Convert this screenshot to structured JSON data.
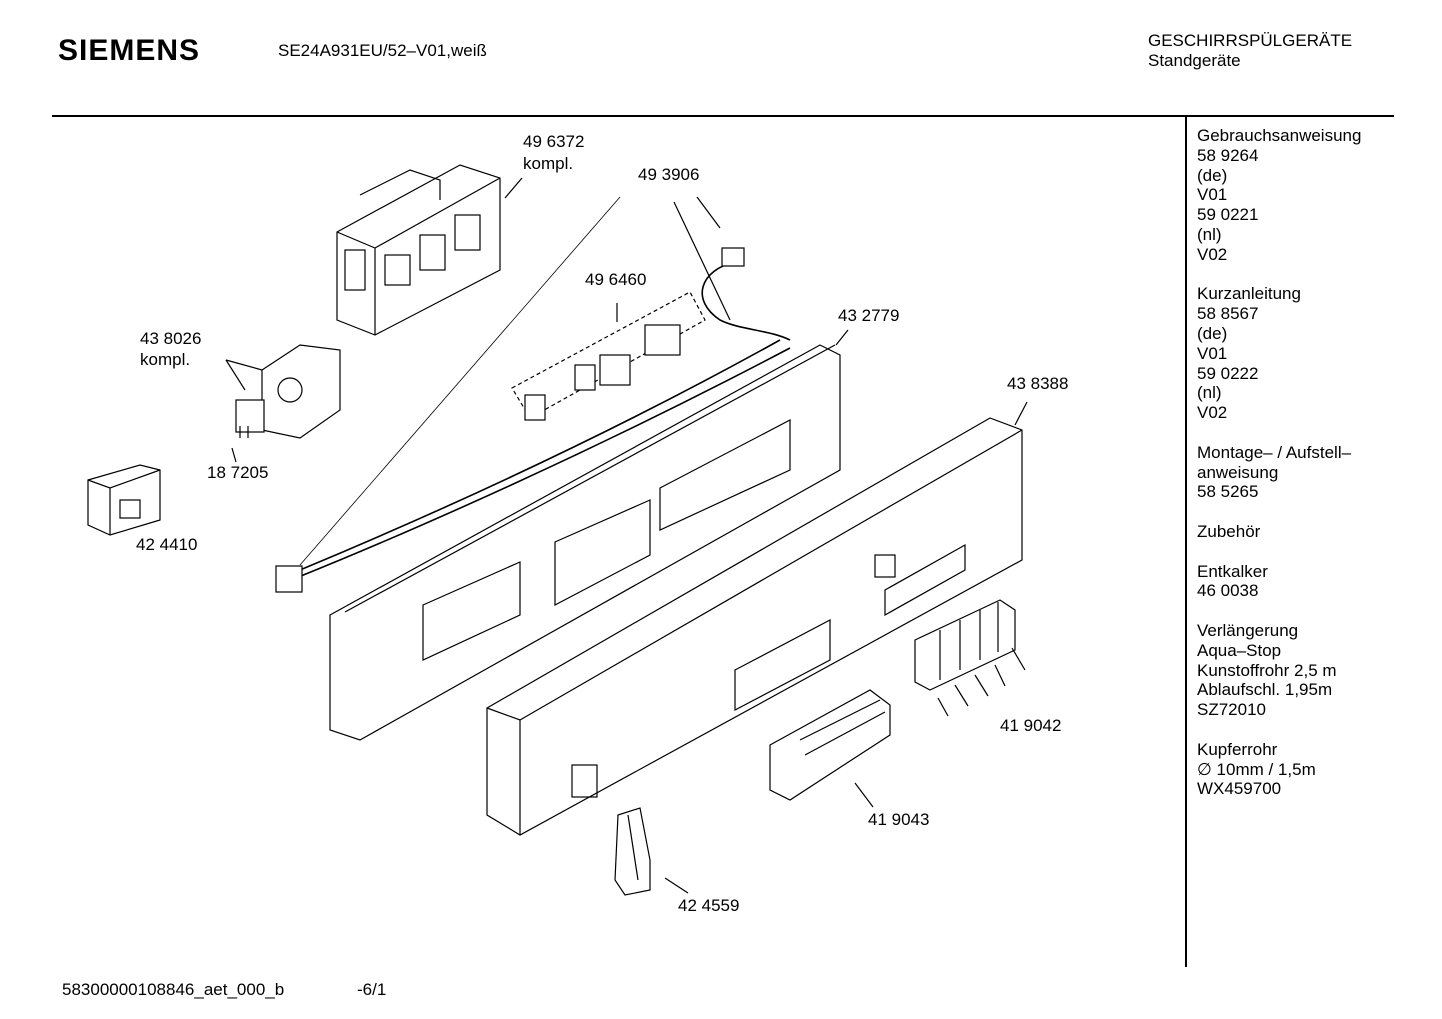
{
  "header": {
    "brand": "SIEMENS",
    "model": "SE24A931EU/52–V01,weiß",
    "category_line1": "GESCHIRRSPÜLGERÄTE",
    "category_line2": "Standgeräte"
  },
  "parts": [
    {
      "id": "part-496372",
      "number": "49 6372",
      "note": "kompl."
    },
    {
      "id": "part-493906",
      "number": "49 3906",
      "note": ""
    },
    {
      "id": "part-496460",
      "number": "49 6460",
      "note": ""
    },
    {
      "id": "part-432779",
      "number": "43 2779",
      "note": ""
    },
    {
      "id": "part-438026",
      "number": "43 8026",
      "note": "kompl."
    },
    {
      "id": "part-438388",
      "number": "43 8388",
      "note": ""
    },
    {
      "id": "part-187205",
      "number": "18 7205",
      "note": ""
    },
    {
      "id": "part-424410",
      "number": "42 4410",
      "note": ""
    },
    {
      "id": "part-419042",
      "number": "41 9042",
      "note": ""
    },
    {
      "id": "part-419043",
      "number": "41 9043",
      "note": ""
    },
    {
      "id": "part-424559",
      "number": "42 4559",
      "note": ""
    }
  ],
  "sidebar": {
    "groups": [
      {
        "lines": [
          "Gebrauchsanweisung",
          "58 9264",
          "(de)",
          "V01",
          "59 0221",
          "(nl)",
          "V02"
        ]
      },
      {
        "lines": [
          "Kurzanleitung",
          "58 8567",
          "(de)",
          "V01",
          "59 0222",
          "(nl)",
          "V02"
        ]
      },
      {
        "lines": [
          "Montage– / Aufstell–",
          "anweisung",
          "58 5265"
        ]
      },
      {
        "lines": [
          ""
        ]
      },
      {
        "lines": [
          "Zubehör"
        ]
      },
      {
        "lines": [
          "Entkalker",
          "46 0038"
        ]
      },
      {
        "lines": [
          "Verlängerung",
          "Aqua–Stop",
          "Kunstoffrohr 2,5 m",
          "Ablaufschl. 1,95m",
          "SZ72010"
        ]
      },
      {
        "lines": [
          "Kupferrohr",
          "∅ 10mm / 1,5m",
          "WX459700"
        ]
      }
    ]
  },
  "footer": {
    "doc_id": "58300000108846_aet_000_b",
    "page": "-6/1"
  }
}
